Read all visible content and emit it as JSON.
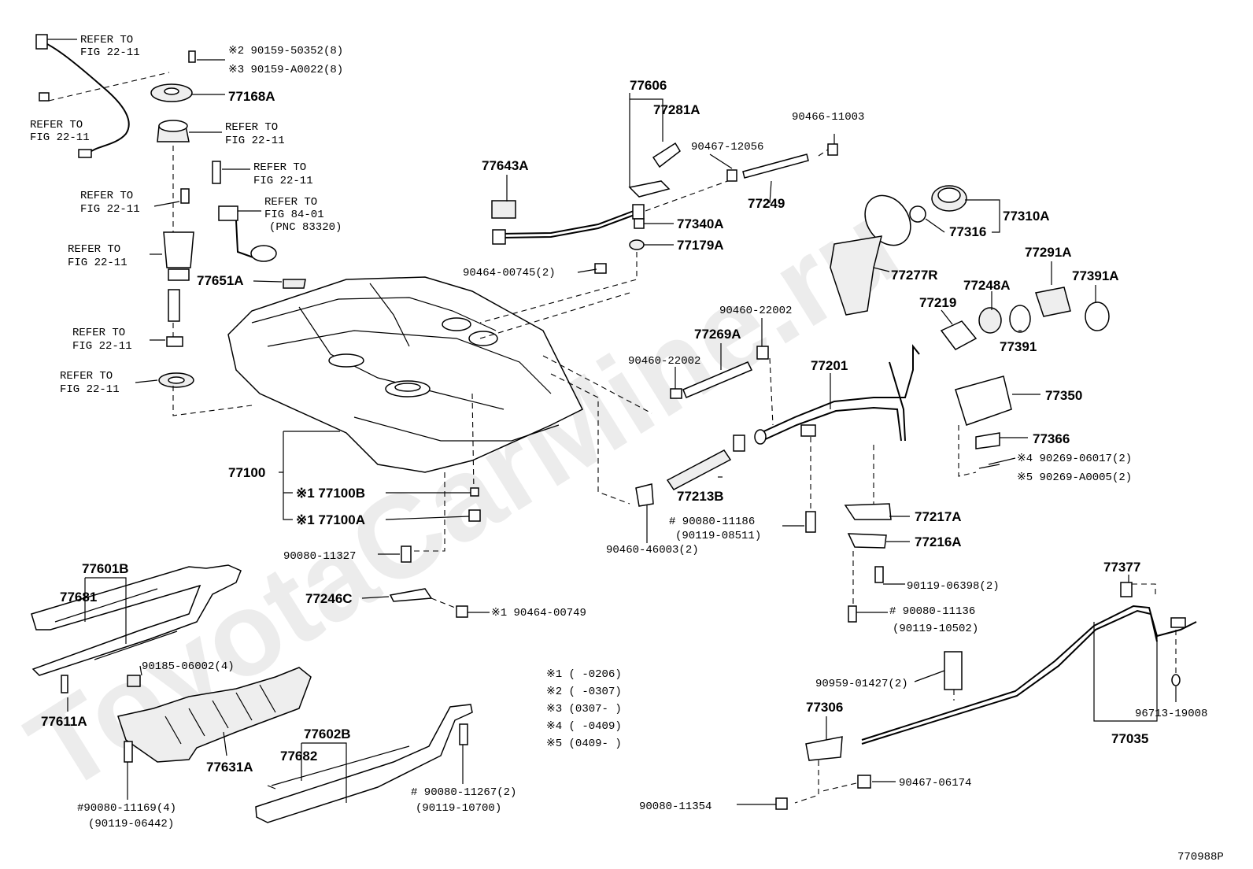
{
  "watermark": "ToyotaCarMine.ru",
  "diagram_code": "770988P",
  "refs": {
    "fig2211": "REFER TO",
    "fig2211b": "FIG 22-11",
    "fig8401a": "REFER TO",
    "fig8401b": "FIG 84-01",
    "fig8401c": "(PNC 83320)"
  },
  "parts": {
    "p1": "※2 90159-50352(8)",
    "p2": "※3 90159-A0022(8)",
    "p77168A": "77168A",
    "p77643A": "77643A",
    "p77606": "77606",
    "p77281A": "77281A",
    "p90467_12056": "90467-12056",
    "p90466_11003": "90466-11003",
    "p77249": "77249",
    "p77340A": "77340A",
    "p77179A": "77179A",
    "p90464_00745": "90464-00745(2)",
    "p77310A": "77310A",
    "p77316": "77316",
    "p77277R": "77277R",
    "p77291A": "77291A",
    "p77248A": "77248A",
    "p77391A": "77391A",
    "p77219": "77219",
    "p77391": "77391",
    "p77651A": "77651A",
    "p90460_22002a": "90460-22002",
    "p77269A": "77269A",
    "p90460_22002b": "90460-22002",
    "p77201": "77201",
    "p77350": "77350",
    "p77366": "77366",
    "p4": "※4 90269-06017(2)",
    "p5": "※5 90269-A0005(2)",
    "p77100": "77100",
    "p77100B": "※1 77100B",
    "p77100A": "※1 77100A",
    "p77213B": "77213B",
    "p90080_11186": "# 90080-11186",
    "p90119_08511": "(90119-08511)",
    "p90460_46003": "90460-46003(2)",
    "p77217A": "77217A",
    "p77216A": "77216A",
    "p90080_11327": "90080-11327",
    "p77601B": "77601B",
    "p77681": "77681",
    "p77246C": "77246C",
    "p90464_00749": "※1 90464-00749",
    "p90119_06398": "90119-06398(2)",
    "p90080_11136": "# 90080-11136",
    "p90119_10502": "(90119-10502)",
    "p77377": "77377",
    "p90185_06002": "90185-06002(4)",
    "p77611A": "77611A",
    "p77631A": "77631A",
    "p90080_11169": "#90080-11169(4)",
    "p90119_06442": "(90119-06442)",
    "p77602B": "77602B",
    "p77682": "77682",
    "p90080_11267": "# 90080-11267(2)",
    "p90119_10700": "(90119-10700)",
    "p90959_01427": "90959-01427(2)",
    "p77306": "77306",
    "p96713_19008": "96713-19008",
    "p77035": "77035",
    "p90467_06174": "90467-06174",
    "p90080_11354": "90080-11354"
  },
  "notes": [
    "※1 (     -0206)",
    "※2 (     -0307)",
    "※3 (0307-     )",
    "※4 (     -0409)",
    "※5 (0409-     )"
  ]
}
